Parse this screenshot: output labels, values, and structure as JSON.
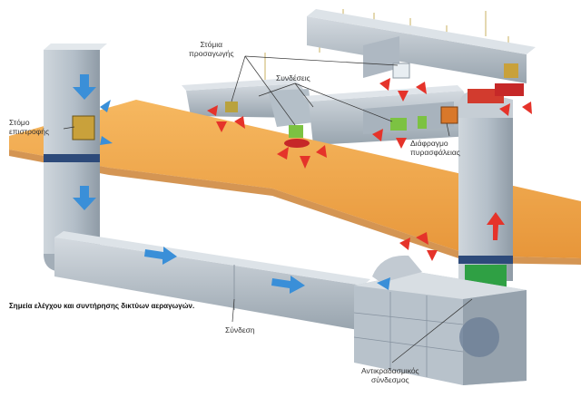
{
  "diagram": {
    "caption": "Σημεία ελέγχου και συντήρησης δικτύων αεραγωγών.",
    "labels": {
      "supply_outlets": [
        "Στόμια",
        "προσαγωγής"
      ],
      "connections_top": "Συνδέσεις",
      "return_outlet": [
        "Στόμο",
        "επιστροφής"
      ],
      "fire_damper": [
        "Διάφραγμο",
        "πυρασφάλειας"
      ],
      "connection_bottom": "Σύνδεση",
      "anti_vibration": [
        "Αντικραδασμικός",
        "σύνδεσμος"
      ]
    },
    "colors": {
      "duct": "#b9c3cc",
      "duct_shadow": "#8d98a3",
      "floor": "#f0a84c",
      "airflow_blue": "#3a8fd8",
      "airflow_red": "#e5332a",
      "damper": "#7cc242",
      "seal": "#2d4a7a",
      "fire_damper": "#d9782a"
    },
    "icons": {
      "arrow_in": "blue-arrow-icon",
      "arrow_out": "red-arrow-icon",
      "fan": "fan-icon"
    }
  }
}
